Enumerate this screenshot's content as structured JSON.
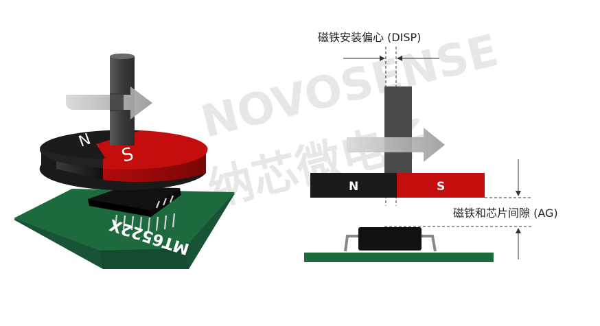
{
  "watermark": {
    "brand_latin": "NOVOSENSE",
    "brand_cn": "纳芯微电子"
  },
  "left_diagram": {
    "magnet_north_label": "N",
    "magnet_south_label": "S",
    "chip_label": "MT6522X"
  },
  "right_diagram": {
    "disp_label": "磁铁安装偏心 (DISP)",
    "magnet_north_label": "N",
    "magnet_south_label": "S",
    "ag_label": "磁铁和芯片间隙 (AG)"
  },
  "colors": {
    "magnet_red": "#c40d0d",
    "magnet_black": "#1a1a1a",
    "pcb_green": "#1e6a3f",
    "shaft_gray": "#4a4a4a",
    "arrow_gray": "#bdbdbd"
  }
}
